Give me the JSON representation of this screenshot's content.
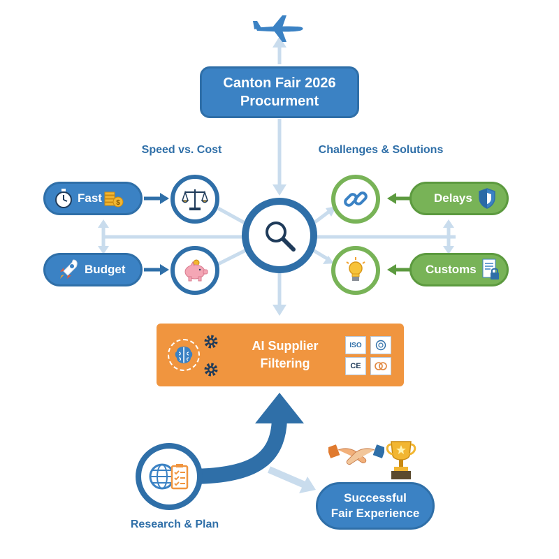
{
  "title": {
    "line1": "Canton Fair 2026",
    "line2": "Procurment"
  },
  "sections": {
    "left": "Speed vs. Cost",
    "right": "Challenges & Solutions"
  },
  "left_items": {
    "fast": "Fast",
    "budget": "Budget"
  },
  "right_items": {
    "delays": "Delays",
    "customs": "Customs"
  },
  "center": {
    "line1": "AI Supplier",
    "line2": "Filtering"
  },
  "certifications": {
    "iso": "ISO",
    "ce": "CE"
  },
  "bottom": {
    "research": "Research & Plan",
    "success_line1": "Successful",
    "success_line2": "Fair Experience"
  },
  "colors": {
    "blue": "#3b82c4",
    "dark_blue": "#2f6fa8",
    "light_blue": "#c9dced",
    "green": "#78b357",
    "orange": "#f0953f",
    "white": "#ffffff"
  },
  "icons": [
    "airplane-icon",
    "stopwatch-icon",
    "coins-icon",
    "rocket-icon",
    "scale-icon",
    "piggy-bank-icon",
    "magnifier-icon",
    "chain-link-icon",
    "lightbulb-icon",
    "shield-icon",
    "document-lock-icon",
    "brain-icon",
    "gear-icon",
    "globe-icon",
    "checklist-icon",
    "handshake-icon",
    "trophy-icon"
  ]
}
